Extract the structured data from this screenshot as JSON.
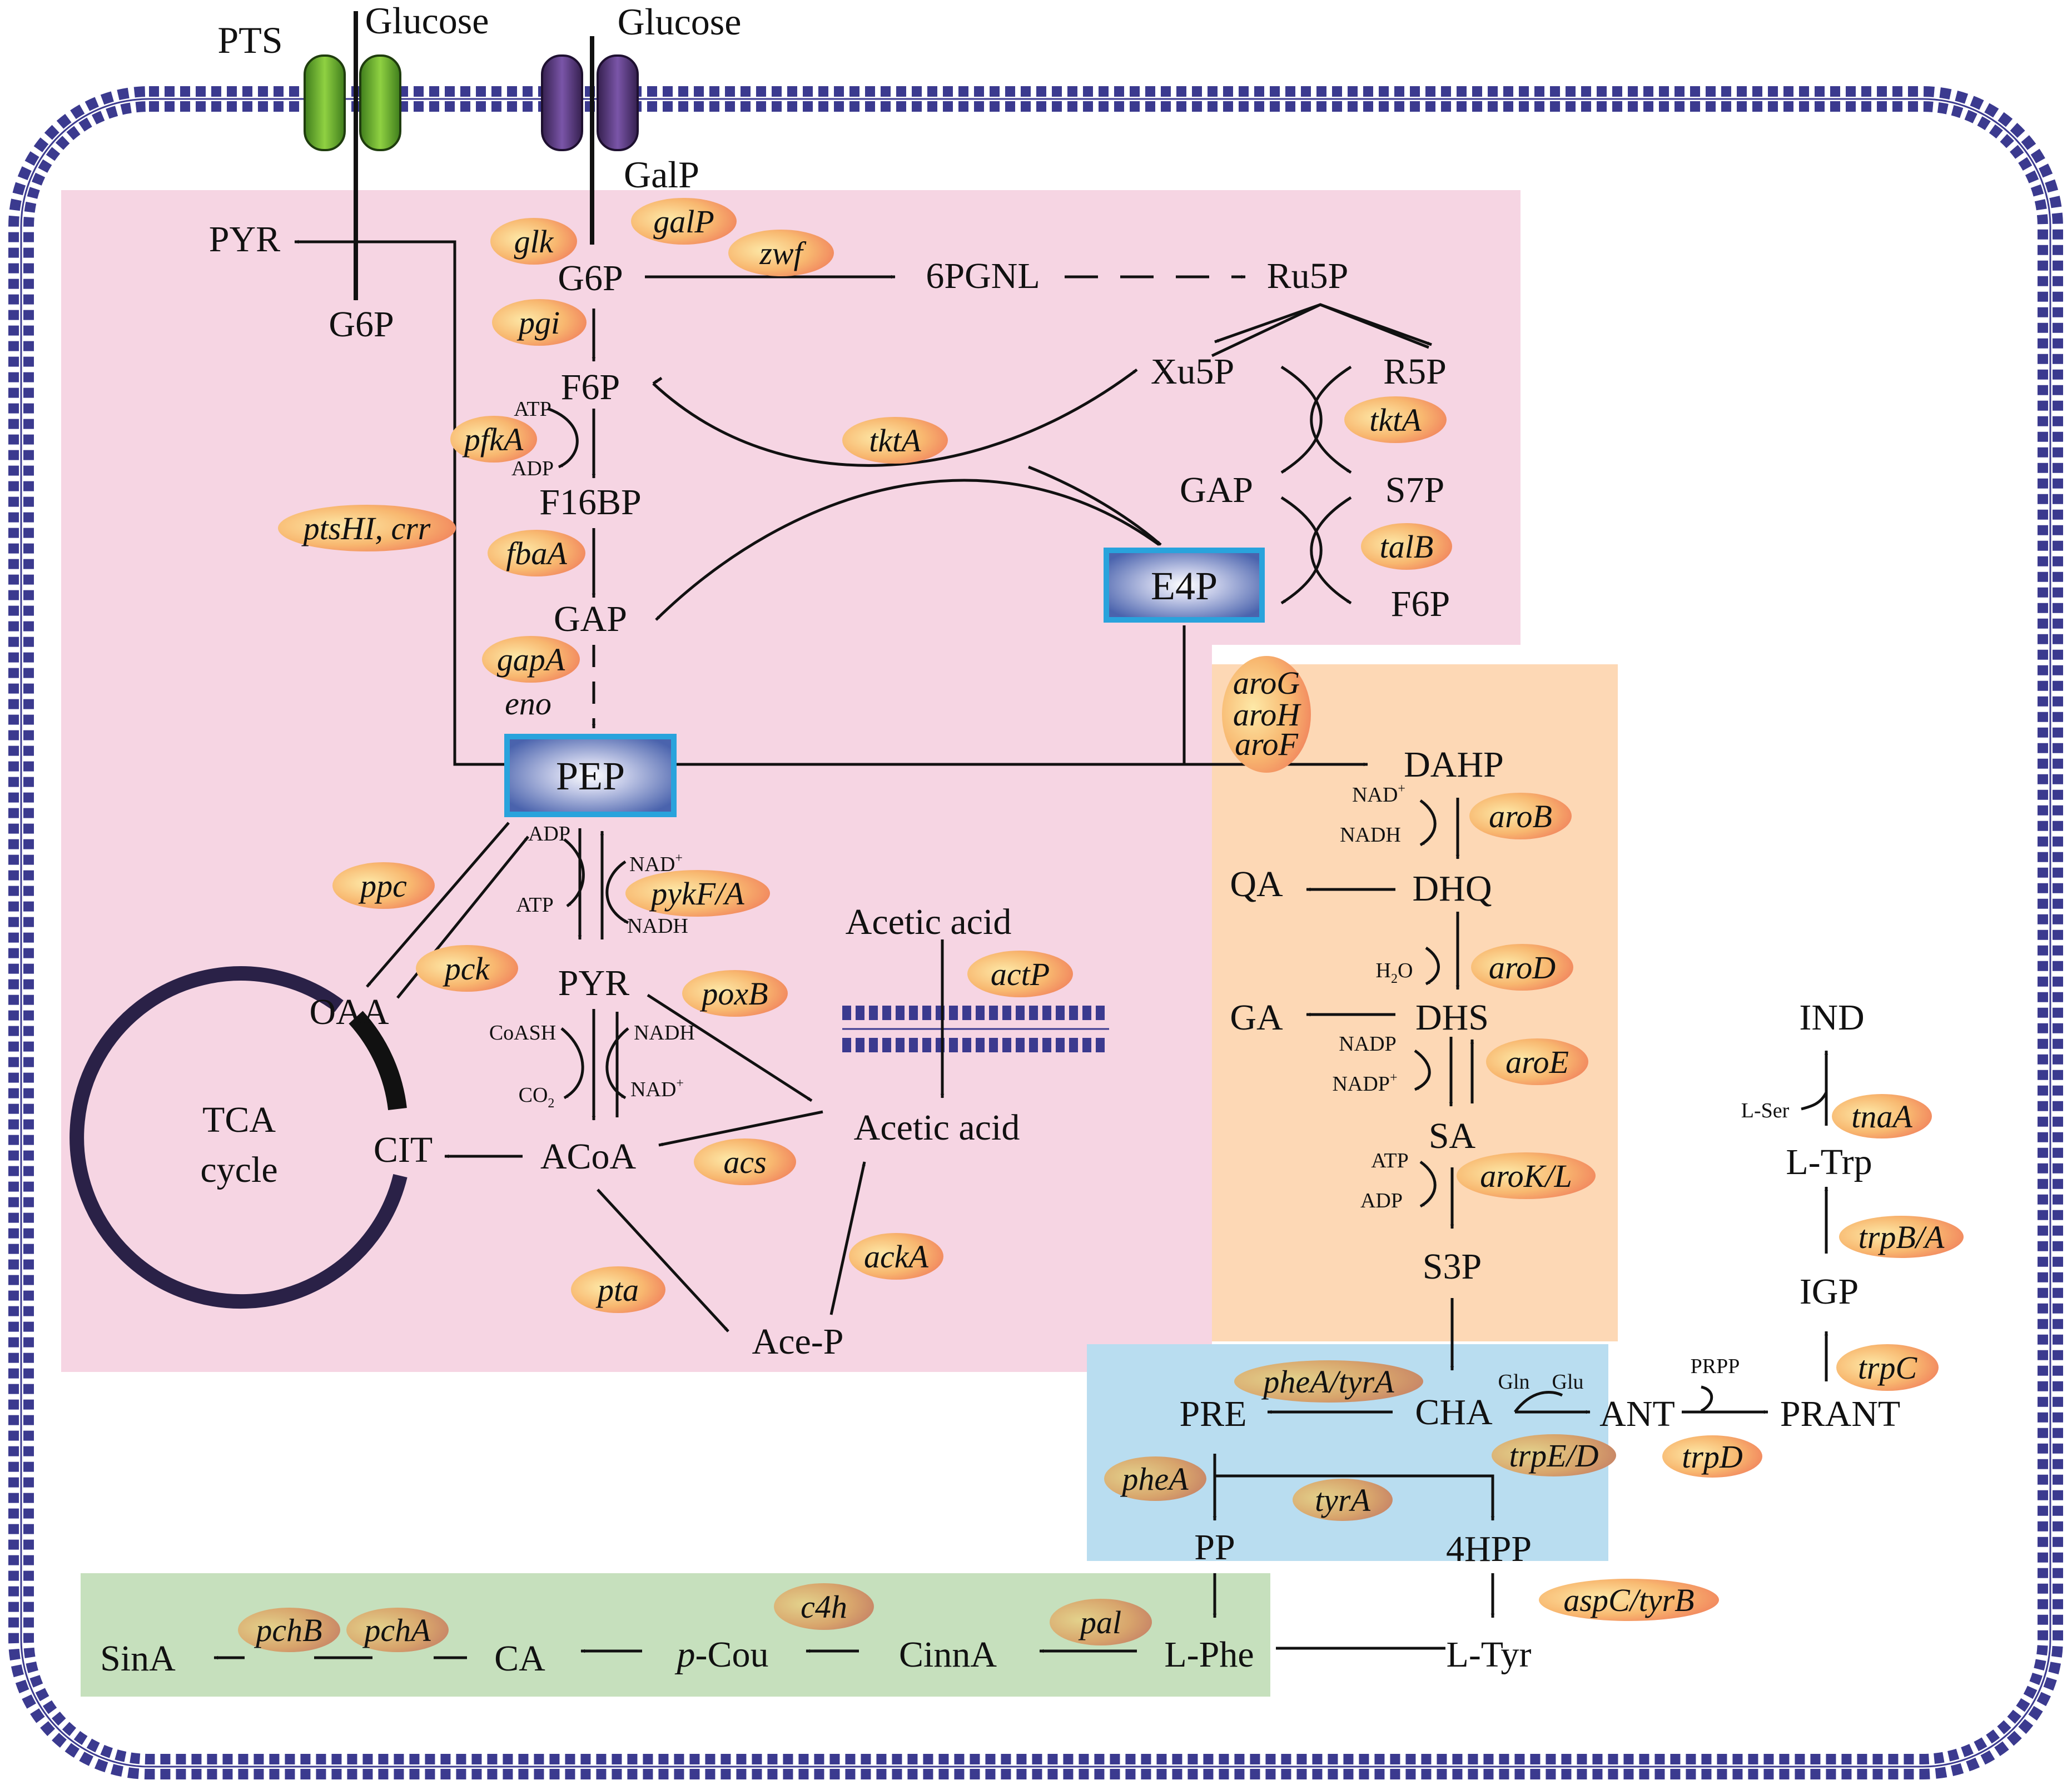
{
  "colors": {
    "membrane": "#3b3a8f",
    "glycolysis_region": "#f6d5e3",
    "shikimate_region": "#fdd8b5",
    "chorismate_region": "#b9ddf0",
    "phenylpropanoid_region": "#c6e0bd",
    "gene_label_fill": "#f6a463",
    "key_node_border": "#29a3dc",
    "key_node_fill": "#5d78b8",
    "pts_transporter": "#6cb42d",
    "galp_transporter": "#5a3880",
    "tca_ring": "#2a2147"
  },
  "icons": [
    "membrane-bilayer-icon",
    "pts-transporter-icon",
    "galp-transporter-icon",
    "tca-cycle-icon"
  ],
  "membrane": {
    "pts": "PTS",
    "glucose_pts": "Glucose",
    "glucose_galp": "Glucose",
    "galp": "GalP"
  },
  "metabolites": {
    "pyr_top": "PYR",
    "g6p_pts": "G6P",
    "g6p": "G6P",
    "pgnl": "6PGNL",
    "ru5p": "Ru5P",
    "f6p": "F6P",
    "xu5p": "Xu5P",
    "r5p": "R5P",
    "f16bp": "F16BP",
    "gap_ppp": "GAP",
    "s7p": "S7P",
    "e4p": "E4P",
    "f6p_ppp": "F6P",
    "gap": "GAP",
    "pep": "PEP",
    "dahp": "DAHP",
    "qa": "QA",
    "dhq": "DHQ",
    "ga": "GA",
    "dhs": "DHS",
    "oaa": "OAA",
    "pyr": "PYR",
    "acetic_acid_out": "Acetic acid",
    "acetic_acid_in": "Acetic acid",
    "cit": "CIT",
    "acoa": "ACoA",
    "tca_line1": "TCA",
    "tca_line2": "cycle",
    "ace_p": "Ace-P",
    "sa": "SA",
    "s3p": "S3P",
    "ind": "IND",
    "l_trp": "L-Trp",
    "igp": "IGP",
    "pre": "PRE",
    "cha": "CHA",
    "ant": "ANT",
    "prant": "PRANT",
    "pp": "PP",
    "hpp": "4HPP",
    "sina": "SinA",
    "ca": "CA",
    "pcou_prefix": "p",
    "pcou_suffix": "-Cou",
    "cinna": "CinnA",
    "l_phe": "L-Phe",
    "l_tyr": "L-Tyr"
  },
  "cofactors": {
    "atp_pfk": "ATP",
    "adp_pfk": "ADP",
    "adp_pyk": "ADP",
    "atp_pyk": "ATP",
    "nad_pyk": "NAD",
    "nadh_pyk": "NADH",
    "coash": "CoASH",
    "co2": "CO",
    "nadh_pdh": "NADH",
    "nad_pdh": "NAD",
    "nad_arob": "NAD",
    "nadh_arob": "NADH",
    "h2o": "H",
    "h2o_tail": "O",
    "nadp_aroe": "NADP",
    "nadpp_aroe": "NADP",
    "atp_arok": "ATP",
    "adp_arok": "ADP",
    "gln": "Gln",
    "glu": "Glu",
    "prpp": "PRPP",
    "l_ser": "L-Ser",
    "plus": "+",
    "two": "2"
  },
  "genes": {
    "glk": "glk",
    "galP": "galP",
    "zwf": "zwf",
    "pgi": "pgi",
    "tktA_ppp": "tktA",
    "pfkA": "pfkA",
    "tktA": "tktA",
    "ptsHI_crr": "ptsHI, crr",
    "talB": "talB",
    "fbaA": "fbaA",
    "gapA": "gapA",
    "eno": "eno",
    "aroG": "aroG",
    "aroH": "aroH",
    "aroF": "aroF",
    "aroB": "aroB",
    "ppc": "ppc",
    "pykF_A": "pykF/A",
    "pck": "pck",
    "poxB": "poxB",
    "actP": "actP",
    "aroD": "aroD",
    "aroE": "aroE",
    "acs": "acs",
    "aroK_L": "aroK/L",
    "tnaA": "tnaA",
    "ackA": "ackA",
    "pta": "pta",
    "trpB_A": "trpB/A",
    "pheA_tyrA": "pheA/tyrA",
    "trpC": "trpC",
    "trpE_D": "trpE/D",
    "trpD": "trpD",
    "pheA": "pheA",
    "tyrA": "tyrA",
    "aspC_tyrB": "aspC/tyrB",
    "c4h": "c4h",
    "pchB": "pchB",
    "pchA": "pchA",
    "pal": "pal"
  }
}
